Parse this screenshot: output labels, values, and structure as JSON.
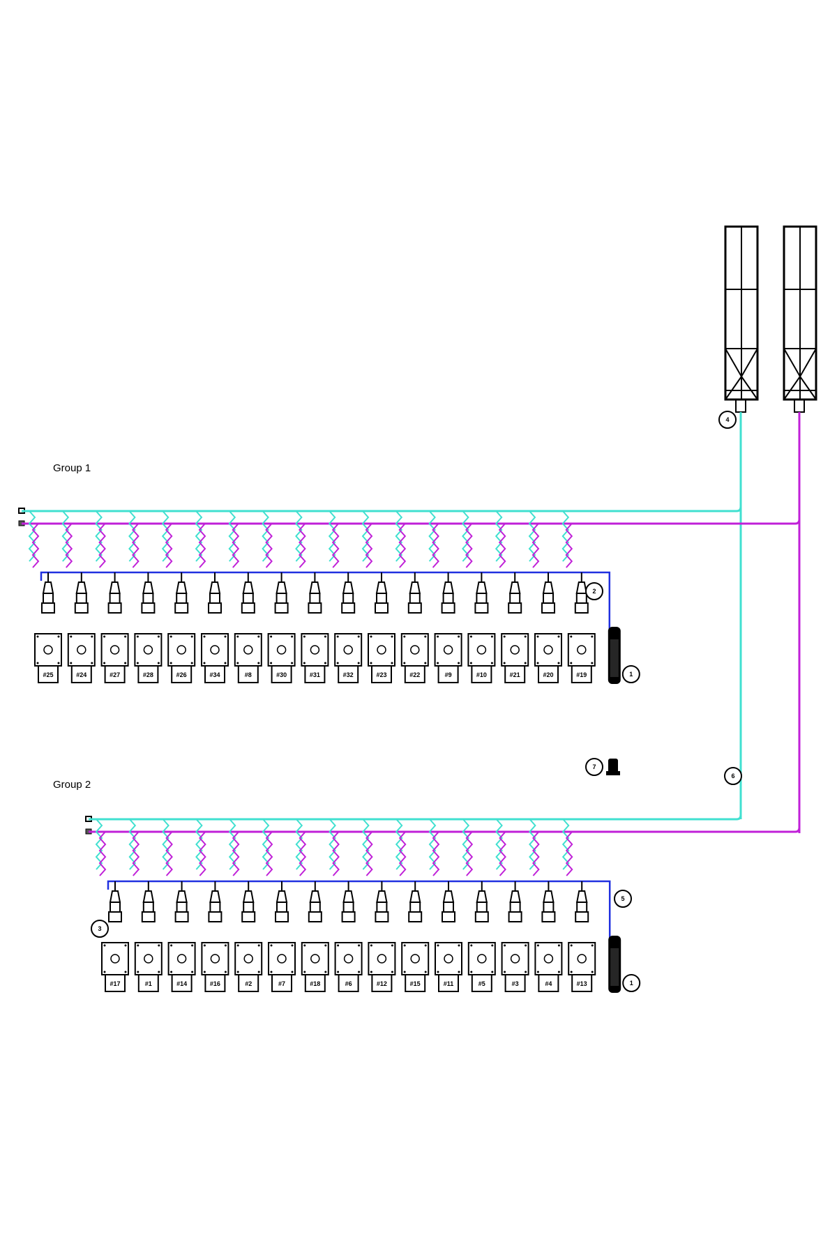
{
  "colors": {
    "line_cyan": "#40e0d0",
    "line_magenta": "#c020d8",
    "line_blue": "#2030e0",
    "outline": "#000000"
  },
  "groups": [
    {
      "title": "Group 1",
      "machines": [
        "#25",
        "#24",
        "#27",
        "#28",
        "#26",
        "#34",
        "#8",
        "#30",
        "#31",
        "#32",
        "#23",
        "#22",
        "#9",
        "#10",
        "#21",
        "#20",
        "#19"
      ],
      "header_callout": "2",
      "end_callout": "1"
    },
    {
      "title": "Group 2",
      "machines": [
        "#17",
        "#1",
        "#14",
        "#16",
        "#2",
        "#7",
        "#18",
        "#6",
        "#12",
        "#15",
        "#11",
        "#5",
        "#3",
        "#4",
        "#13"
      ],
      "first_callout": "3",
      "header_callout": "5",
      "end_callout": "1"
    }
  ],
  "callouts": {
    "silo": "4",
    "riser": "6",
    "small_unit": "7"
  }
}
